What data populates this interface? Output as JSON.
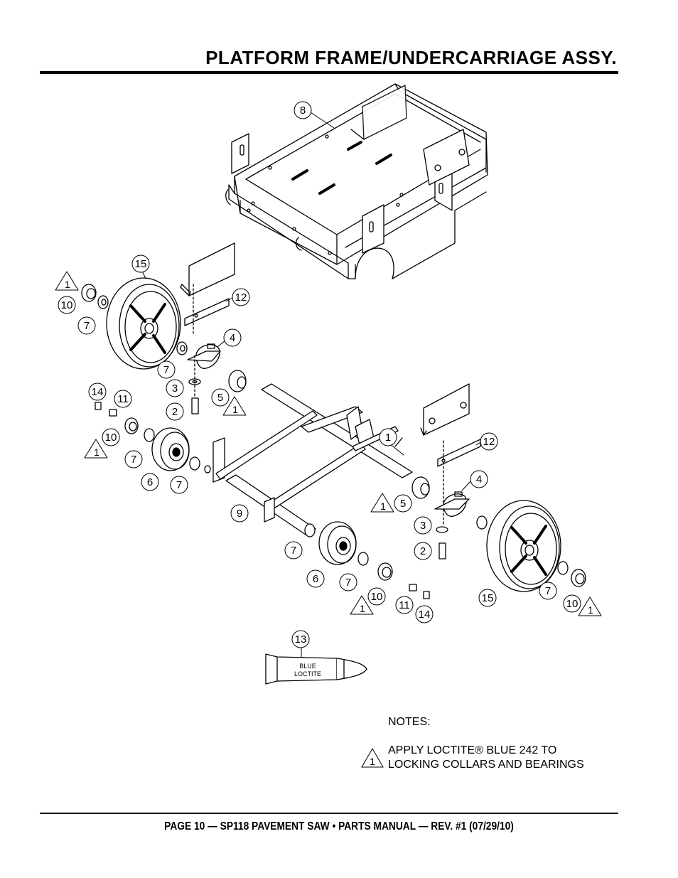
{
  "header": {
    "title": "PLATFORM FRAME/UNDERCARRIAGE ASSY."
  },
  "footer": {
    "text": "PAGE 10 — SP118 PAVEMENT SAW • PARTS MANUAL — REV. #1 (07/29/10)"
  },
  "callouts": [
    {
      "id": "c8",
      "label": "8"
    },
    {
      "id": "c15a",
      "label": "15"
    },
    {
      "id": "c12a",
      "label": "12"
    },
    {
      "id": "c4a",
      "label": "4"
    },
    {
      "id": "c10a",
      "label": "10"
    },
    {
      "id": "c7a",
      "label": "7"
    },
    {
      "id": "c7b",
      "label": "7"
    },
    {
      "id": "c3a",
      "label": "3"
    },
    {
      "id": "c5a",
      "label": "5"
    },
    {
      "id": "c14a",
      "label": "14"
    },
    {
      "id": "c11a",
      "label": "11"
    },
    {
      "id": "c2a",
      "label": "2"
    },
    {
      "id": "c10b",
      "label": "10"
    },
    {
      "id": "c7c",
      "label": "7"
    },
    {
      "id": "c6a",
      "label": "6"
    },
    {
      "id": "c7d",
      "label": "7"
    },
    {
      "id": "c1a",
      "label": "1"
    },
    {
      "id": "c12b",
      "label": "12"
    },
    {
      "id": "c4b",
      "label": "4"
    },
    {
      "id": "c5b",
      "label": "5"
    },
    {
      "id": "c9",
      "label": "9"
    },
    {
      "id": "c3b",
      "label": "3"
    },
    {
      "id": "c2b",
      "label": "2"
    },
    {
      "id": "c7e",
      "label": "7"
    },
    {
      "id": "c6b",
      "label": "6"
    },
    {
      "id": "c7f",
      "label": "7"
    },
    {
      "id": "c10c",
      "label": "10"
    },
    {
      "id": "c11b",
      "label": "11"
    },
    {
      "id": "c14b",
      "label": "14"
    },
    {
      "id": "c15b",
      "label": "15"
    },
    {
      "id": "c7g",
      "label": "7"
    },
    {
      "id": "c10d",
      "label": "10"
    },
    {
      "id": "c13",
      "label": "13"
    }
  ],
  "warning_marks": [
    {
      "id": "t1",
      "label": "1"
    },
    {
      "id": "t2",
      "label": "1"
    },
    {
      "id": "t3",
      "label": "1"
    },
    {
      "id": "t4",
      "label": "1"
    },
    {
      "id": "t5",
      "label": "1"
    },
    {
      "id": "t6",
      "label": "1"
    },
    {
      "id": "t7",
      "label": "1"
    }
  ],
  "loctite_tube": {
    "line1": "BLUE",
    "line2": "LOCTITE"
  },
  "notes": {
    "heading": "NOTES:",
    "note_mark": "1",
    "note_text": "APPLY LOCTITE® BLUE 242 TO\nLOCKING COLLARS AND BEARINGS"
  }
}
